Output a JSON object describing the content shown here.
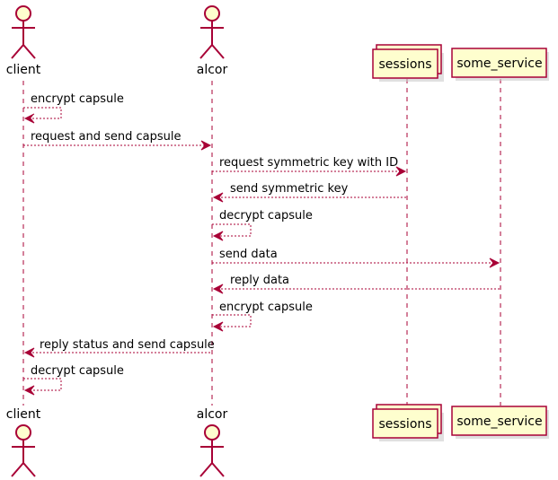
{
  "participants": {
    "client": {
      "label": "client",
      "kind": "actor"
    },
    "alcor": {
      "label": "alcor",
      "kind": "actor"
    },
    "sessions": {
      "label": "sessions",
      "kind": "collections"
    },
    "some_service": {
      "label": "some_service",
      "kind": "participant"
    }
  },
  "messages": [
    {
      "from": "client",
      "to": "client",
      "label": "encrypt capsule"
    },
    {
      "from": "client",
      "to": "alcor",
      "label": "request and send capsule"
    },
    {
      "from": "alcor",
      "to": "sessions",
      "label": "request symmetric key with ID"
    },
    {
      "from": "sessions",
      "to": "alcor",
      "label": "send symmetric key"
    },
    {
      "from": "alcor",
      "to": "alcor",
      "label": "decrypt capsule"
    },
    {
      "from": "alcor",
      "to": "some_service",
      "label": "send data"
    },
    {
      "from": "some_service",
      "to": "alcor",
      "label": "reply data"
    },
    {
      "from": "alcor",
      "to": "alcor",
      "label": "encrypt capsule"
    },
    {
      "from": "alcor",
      "to": "client",
      "label": "reply status and send capsule"
    },
    {
      "from": "client",
      "to": "client",
      "label": "decrypt capsule"
    }
  ],
  "colors": {
    "line": "#A80036",
    "fill": "#FEFECE",
    "shadow": "#cccccc"
  },
  "icons": {
    "actor": "stick-figure-icon",
    "arrow": "open-arrow-icon"
  }
}
